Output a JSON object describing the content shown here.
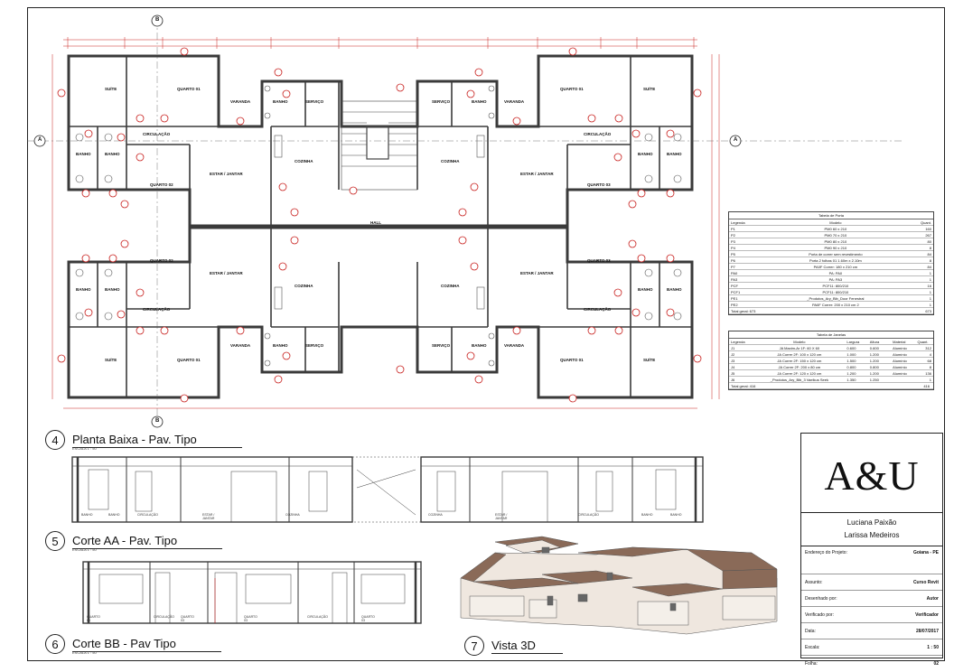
{
  "plan": {
    "number": "4",
    "title": "Planta Baixa - Pav. Tipo",
    "scale": "ESCALA 1 : 50",
    "rooms": {
      "suite": "SUÍTE",
      "quarto01": "QUARTO 01",
      "quarto02": "QUARTO 02",
      "quarto03": "QUARTO 03",
      "varanda": "VARANDA",
      "servico": "SERVIÇO",
      "banho": "BANHO",
      "circulacao": "CIRCULAÇÃO",
      "estar": "ESTAR / JANTAR",
      "cozinha": "COZINHA",
      "hall": "HALL"
    },
    "section_marks": [
      "A",
      "A",
      "B",
      "B"
    ]
  },
  "corte_aa": {
    "number": "5",
    "title": "Corte AA - Pav. Tipo",
    "scale": "ESCALA 1 : 50",
    "labels": [
      "BANHO",
      "BANHO",
      "CIRCULAÇÃO",
      "ESTAR / JANTAR",
      "COZINHA",
      "COZINHA",
      "ESTAR / JANTAR",
      "CIRCULAÇÃO",
      "BANHO",
      "BANHO"
    ]
  },
  "corte_bb": {
    "number": "6",
    "title": "Corte BB - Pav Tipo",
    "scale": "ESCALA 1 : 50",
    "labels": [
      "QUARTO 03",
      "CIRCULAÇÃO",
      "QUARTO 03",
      "QUARTO 03",
      "CIRCULAÇÃO",
      "QUARTO 03"
    ]
  },
  "vista3d": {
    "number": "7",
    "title": "Vista 3D"
  },
  "door_table": {
    "title": "Tabela de Porta",
    "headers": [
      "Legenda",
      "Modelo",
      "Quant."
    ],
    "rows": [
      [
        "P1",
        "PM0 60 x 210",
        "160"
      ],
      [
        "P2",
        "PM0 70 x 210",
        "267"
      ],
      [
        "P3",
        "PM0 80 x 210",
        "80"
      ],
      [
        "P4",
        "PM0 90 x 210",
        "8"
      ],
      [
        "P5",
        "Porta de correr sem revestimento",
        "84"
      ],
      [
        "P6",
        "Porta 2 folhas 01 1.60m x 2.10m",
        "8"
      ],
      [
        "P7",
        "PA0F Correr: 180 x 210 cm",
        "84"
      ],
      [
        "PA0",
        "PA: PA0",
        "1"
      ],
      [
        "PA3",
        "PA: PA3",
        "1"
      ],
      [
        "PCF",
        "PCF11: 800/210",
        "16"
      ],
      [
        "PCF1",
        "PCF11: 800/210",
        "1"
      ],
      [
        "PE1",
        "_Produtos_Ary_Bib_Door Fenestral",
        "1"
      ],
      [
        "PE2",
        "PA0F Correr: 200 x 210 cm 2",
        "1"
      ]
    ],
    "total": "Total geral: 673",
    "total_value": "673"
  },
  "window_table": {
    "title": "Tabela de Janelas",
    "headers": [
      "Legenda",
      "Modelo",
      "Largura",
      "Altura",
      "Material",
      "Quant."
    ],
    "rows": [
      [
        "J1",
        "JA Maxim-Ar 1F: 60 X 60",
        "0.600",
        "0.600",
        "Alumínio",
        "312"
      ],
      [
        "J2",
        "JA Correr 2F: 100 x 120 cm",
        "1.000",
        "1.200",
        "Alumínio",
        "4"
      ],
      [
        "J3",
        "JA Correr 2F: 150 x 120 cm",
        "1.500",
        "1.200",
        "Alumínio",
        "68"
      ],
      [
        "J4",
        "JA Correr 2F: 200 x 80 cm",
        "0.800",
        "0.800",
        "Alumínio",
        "8"
      ],
      [
        "J5",
        "JA Correr 2F: 120 x 120 cm",
        "1.200",
        "1.200",
        "Alumínio",
        "136"
      ],
      [
        "J6",
        "_Produtos_Ary_Bib_3 Vaelkus Seek",
        "1.350",
        "1.250",
        "",
        "1"
      ]
    ],
    "total": "Total geral: 416",
    "total_value": "416"
  },
  "title_block": {
    "logo": "A&U",
    "author1": "Luciana Paixão",
    "author2": "Larissa Medeiros",
    "address_label": "Endereço do Projeto:",
    "address_value": "Goiana - PE",
    "subject_label": "Assunto:",
    "subject_value": "Curso Revit",
    "drawn_label": "Desenhado por:",
    "drawn_value": "Autor",
    "checked_label": "Verificado por:",
    "checked_value": "Verificador",
    "date_label": "Data:",
    "date_value": "28/07/2017",
    "scale_label": "Escala:",
    "scale_value": "1 : 50",
    "sheet_label": "Folha:",
    "sheet_value": "02"
  },
  "colors": {
    "line": "#222222",
    "red": "#c8201e",
    "wall": "#3a3a3a",
    "roof": "#8a6a58",
    "wall3d": "#efe7df"
  }
}
